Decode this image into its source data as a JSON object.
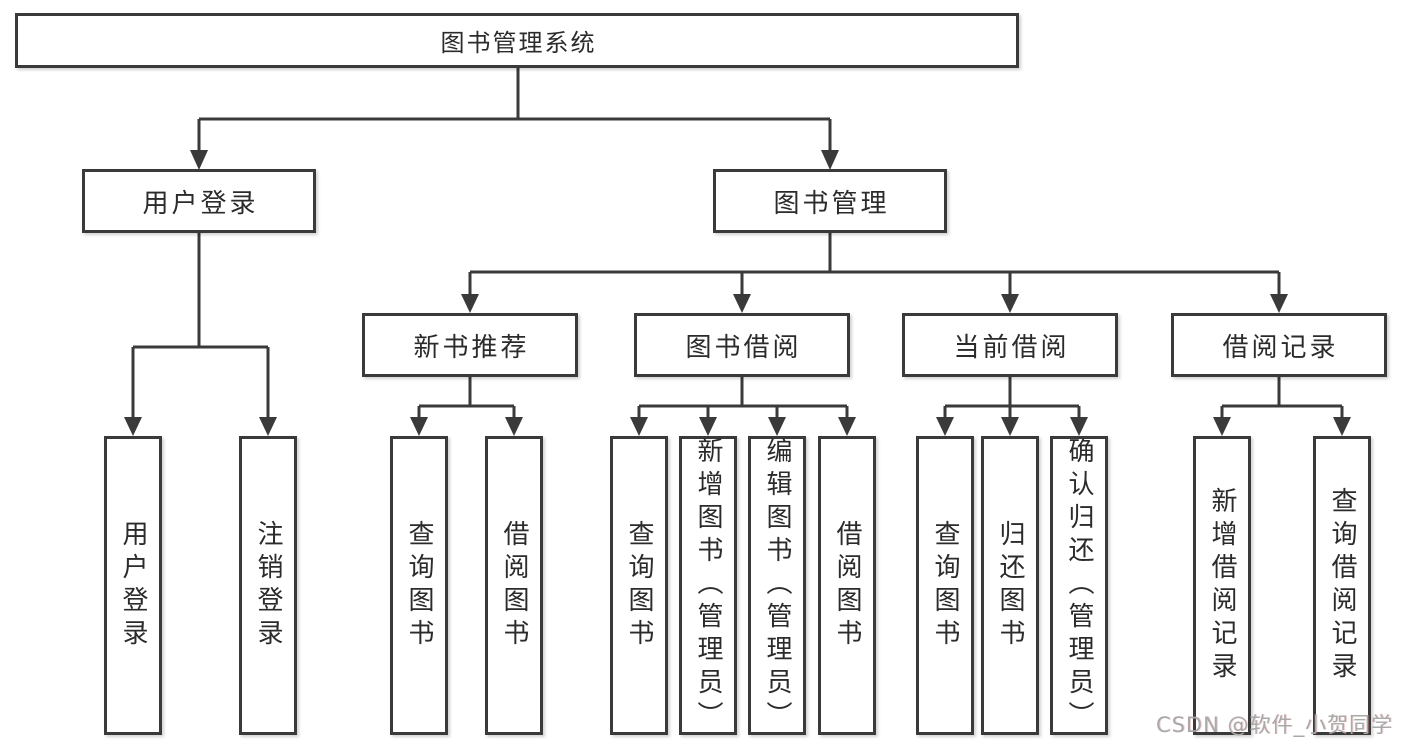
{
  "diagram": {
    "type": "tree",
    "colors": {
      "line": "#3a3a3a",
      "box_border": "#3a3a3a",
      "box_background": "#ffffff",
      "text": "#2b2b2b",
      "watermark": "#a9a9a9",
      "page_background": "#ffffff"
    },
    "nodes": {
      "root": "图书管理系统",
      "user_login": "用户登录",
      "book_mgmt": "图书管理",
      "new_book_rec": "新书推荐",
      "book_borrow": "图书借阅",
      "current_borrow": "当前借阅",
      "borrow_record": "借阅记录",
      "ul_login": "用户登录",
      "ul_logout": "注销登录",
      "nbr_query": "查询图书",
      "nbr_borrow": "借阅图书",
      "bb_query": "查询图书",
      "bb_add": "新增图书（管理员）",
      "bb_edit": "编辑图书（管理员）",
      "bb_borrow": "借阅图书",
      "cb_query": "查询图书",
      "cb_return": "归还图书",
      "cb_confirm": "确认归还（管理员）",
      "br_add": "新增借阅记录",
      "br_query": "查询借阅记录"
    },
    "structure": {
      "root": [
        "user_login",
        "book_mgmt"
      ],
      "user_login": [
        "ul_login",
        "ul_logout"
      ],
      "book_mgmt": [
        "new_book_rec",
        "book_borrow",
        "current_borrow",
        "borrow_record"
      ],
      "new_book_rec": [
        "nbr_query",
        "nbr_borrow"
      ],
      "book_borrow": [
        "bb_query",
        "bb_add",
        "bb_edit",
        "bb_borrow"
      ],
      "current_borrow": [
        "cb_query",
        "cb_return",
        "cb_confirm"
      ],
      "borrow_record": [
        "br_add",
        "br_query"
      ]
    }
  },
  "watermark": "CSDN @软件_小贺同学"
}
